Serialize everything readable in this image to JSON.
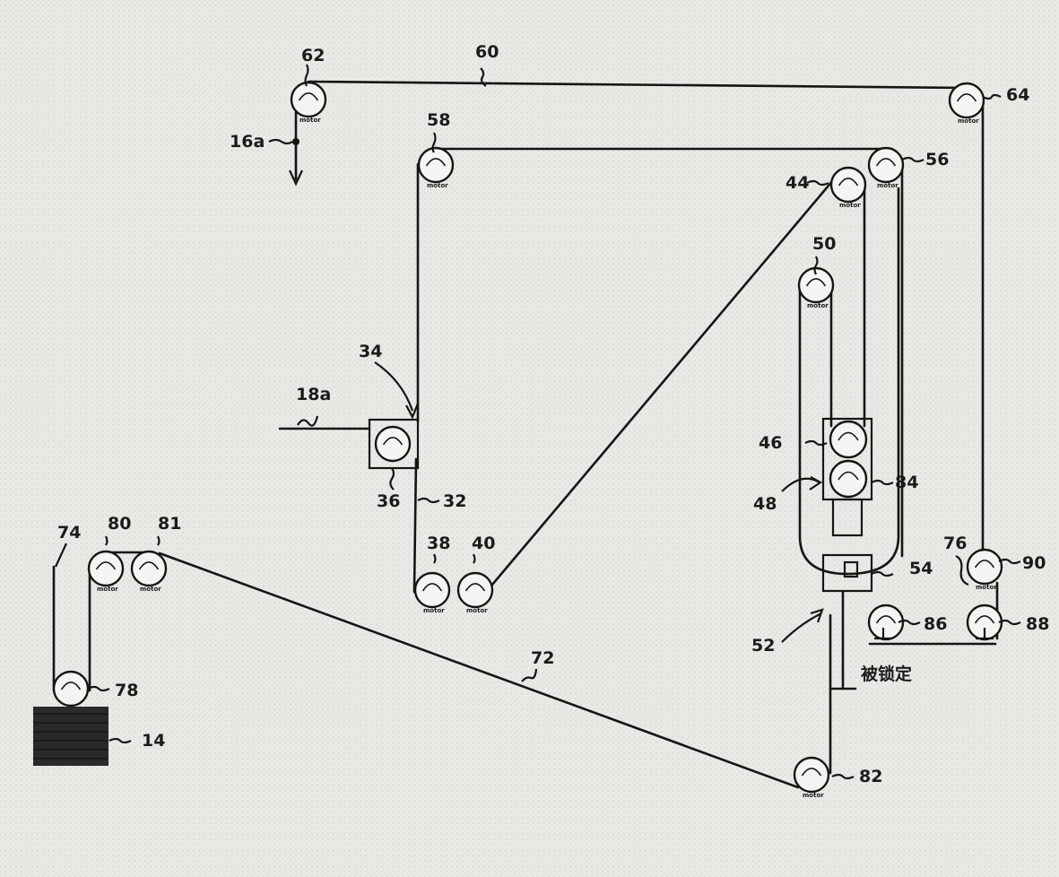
{
  "diagram": {
    "pulley_tag": "motor",
    "labels": {
      "l60": "60",
      "l62": "62",
      "l64": "64",
      "l16a": "16a",
      "l58": "58",
      "l56": "56",
      "l44": "44",
      "l50": "50",
      "l34": "34",
      "l18a": "18a",
      "l36": "36",
      "l32": "32",
      "l46": "46",
      "l84": "84",
      "l48": "48",
      "l74": "74",
      "l80": "80",
      "l81": "81",
      "l38": "38",
      "l40": "40",
      "l76": "76",
      "l90": "90",
      "l54": "54",
      "l86": "86",
      "l88": "88",
      "l52": "52",
      "l72": "72",
      "l78": "78",
      "l14": "14",
      "l82": "82"
    },
    "fixed_note": "被锁定"
  }
}
